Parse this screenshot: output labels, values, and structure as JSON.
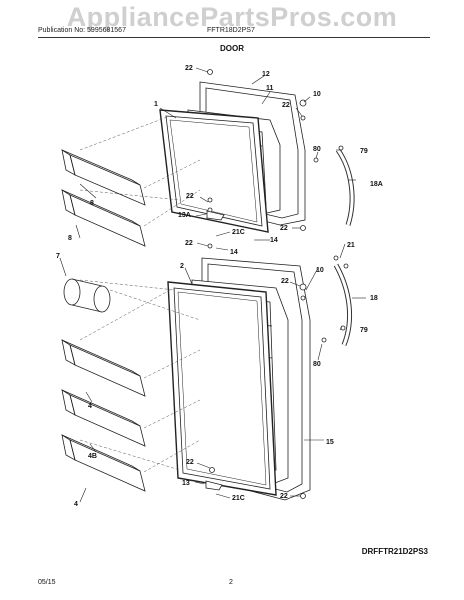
{
  "watermark": "AppliancePartsPros.com",
  "header": {
    "publication": "Publication No: 5995681567",
    "model": "FFTR18D2PS7"
  },
  "section_title": "DOOR",
  "diagram_code": "DRFFTR21D2PS3",
  "footer": {
    "date": "05/15",
    "page": "2"
  },
  "callouts": {
    "c22a": "22",
    "c12": "12",
    "c11": "11",
    "c10a": "10",
    "c22b": "22",
    "c1": "1",
    "c80a": "80",
    "c79a": "79",
    "c18A": "18A",
    "c8a": "8",
    "c8b": "8",
    "c22c": "22",
    "c13A": "13A",
    "c21Ca": "21C",
    "c22d": "22",
    "c22e": "22",
    "c14a": "14",
    "c14b": "14",
    "c21": "21",
    "c7": "7",
    "c2": "2",
    "c22f": "22",
    "c10b": "10",
    "c18": "18",
    "c79b": "79",
    "c80b": "80",
    "c4a": "4",
    "c15": "15",
    "c4B": "4B",
    "c22g": "22",
    "c13": "13",
    "c21Cb": "21C",
    "c22h": "22",
    "c4b": "4"
  }
}
